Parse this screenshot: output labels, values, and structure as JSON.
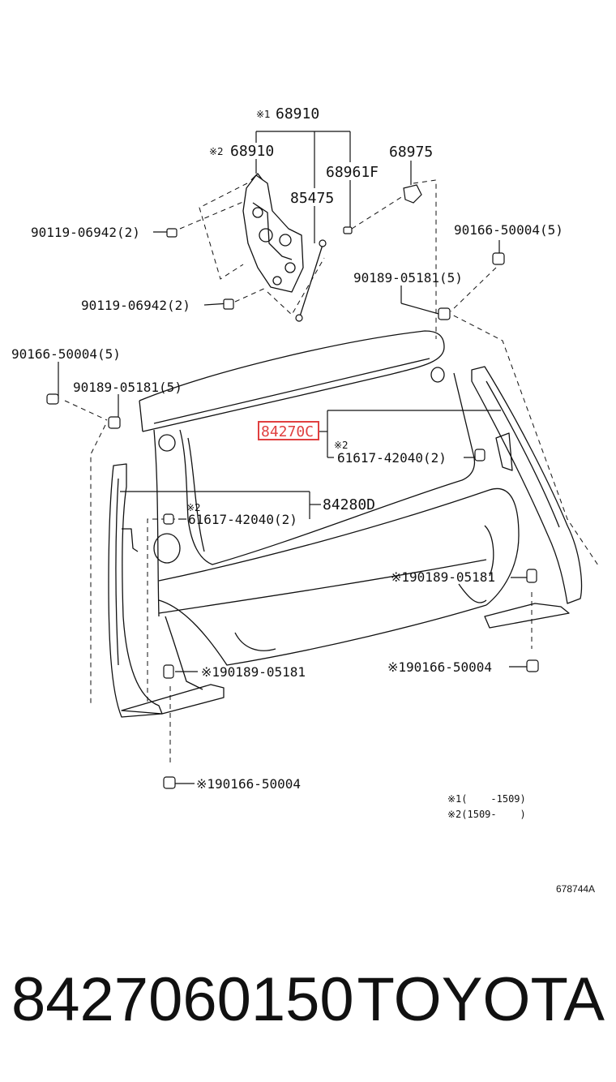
{
  "labels": {
    "l1_mark": "※1",
    "l1_num": "68910",
    "l2_mark": "※2",
    "l2_num": "68910",
    "l3": "68961F",
    "l4": "68975",
    "l5": "85475",
    "l6": "90119-06942(2)",
    "l7": "90119-06942(2)",
    "l8": "90166-50004(5)",
    "l9": "90189-05181(5)",
    "l10": "90166-50004(5)",
    "l11": "90189-05181(5)",
    "l12": "84270C",
    "l13_mark": "※2",
    "l13": "61617-42040(2)",
    "l14_mark": "※2",
    "l14": "61617-42040(2)",
    "l15": "84280D",
    "l16": "※190189-05181",
    "l17": "※190166-50004",
    "l18": "※190189-05181",
    "l19": "※190166-50004"
  },
  "notes": {
    "n1": "※1(    -1509)",
    "n2": "※2(1509-    )"
  },
  "ref_code": "678744A",
  "caption": {
    "part_number": "8427060150",
    "brand": "TOYOTA"
  },
  "highlight_color": "#e04040"
}
